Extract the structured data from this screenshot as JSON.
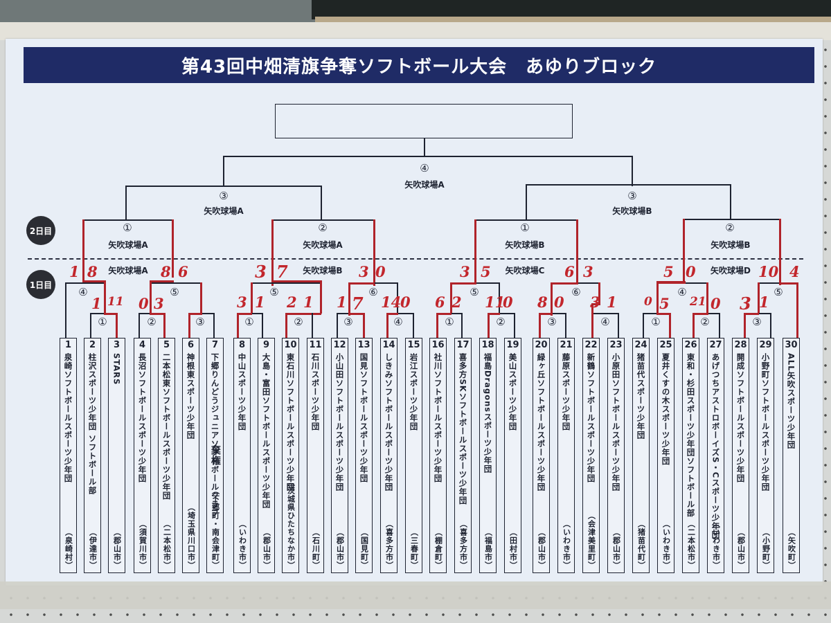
{
  "title": "第43回中畑清旗争奪ソフトボール大会　あゆりブロック",
  "day_labels": {
    "day2": "2日目",
    "day1": "1日目"
  },
  "final": {
    "game": "④",
    "venue": "矢吹球場A"
  },
  "semis": [
    {
      "game": "③",
      "venue": "矢吹球場A"
    },
    {
      "game": "③",
      "venue": "矢吹球場B"
    }
  ],
  "day2_games": [
    {
      "game": "①",
      "venue": "矢吹球場A"
    },
    {
      "game": "②",
      "venue": "矢吹球場A"
    },
    {
      "game": "①",
      "venue": "矢吹球場B"
    },
    {
      "game": "②",
      "venue": "矢吹球場B"
    }
  ],
  "day1_venues": [
    "矢吹球場A",
    "矢吹球場B",
    "矢吹球場C",
    "矢吹球場D"
  ],
  "day1_games": {
    "A": [
      "④",
      "①",
      "②",
      "⑤",
      "③"
    ],
    "B": [
      "①",
      "⑤",
      "②",
      "③",
      "⑥",
      "④"
    ],
    "C": [
      "①",
      "⑤",
      "②",
      "③",
      "⑥",
      "④"
    ],
    "D": [
      "①",
      "④",
      "②",
      "③",
      "⑤"
    ]
  },
  "scores": {
    "A_top": [
      "1",
      "8",
      "8",
      "6"
    ],
    "A_r1": [
      "1",
      "11",
      "0",
      "3"
    ],
    "B_top": [
      "3",
      "7",
      "3",
      "0"
    ],
    "B_r1": [
      "3",
      "1",
      "2",
      "1",
      "1",
      "7",
      "14",
      "0"
    ],
    "C_top": [
      "3",
      "5",
      "6",
      "3"
    ],
    "C_r1": [
      "6",
      "2",
      "11",
      "0",
      "8",
      "0",
      "3",
      "1"
    ],
    "D_top": [
      "5",
      "0",
      "10",
      "4"
    ],
    "D_r1": [
      "0",
      "5",
      "21",
      "0",
      "3",
      "1"
    ]
  },
  "teams": [
    {
      "no": "1",
      "name": "泉崎ソフトボールスポーツ少年団",
      "city": "（泉崎村）"
    },
    {
      "no": "2",
      "name": "柱沢スポーツ少年団 ソフトボール部",
      "city": "（伊達市）"
    },
    {
      "no": "3",
      "name": "STARS",
      "city": "（郡山市）"
    },
    {
      "no": "4",
      "name": "長沼ソフトボールスポーツ少年団",
      "city": "（須賀川市）"
    },
    {
      "no": "5",
      "name": "二本松東ソフトボールスポーツ少年団",
      "city": "（二本松市）"
    },
    {
      "no": "6",
      "name": "神根東スポーツ少年団",
      "city": "（埼玉県川口市）"
    },
    {
      "no": "7",
      "name": "下郷りんどうジュニアソフトボールクラブ",
      "city": "（下郷町・南会津町）",
      "note": "棄権"
    },
    {
      "no": "8",
      "name": "中山スポーツ少年団",
      "city": "（いわき市）"
    },
    {
      "no": "9",
      "name": "大島・富田ソフトボールスポーツ少年団",
      "city": "（郡山市）"
    },
    {
      "no": "10",
      "name": "東石川ソフトボールスポーツ少年団",
      "city": "（茨城県ひたちなか市）"
    },
    {
      "no": "11",
      "name": "石川スポーツ少年団",
      "city": "（石川町）"
    },
    {
      "no": "12",
      "name": "小山田ソフトボールスポーツ少年団",
      "city": "（郡山市）"
    },
    {
      "no": "13",
      "name": "国見ソフトボールスポーツ少年団",
      "city": "（国見町）"
    },
    {
      "no": "14",
      "name": "しきみソフトボールスポーツ少年団",
      "city": "（喜多方市）"
    },
    {
      "no": "15",
      "name": "岩江スポーツ少年団",
      "city": "（三春町）"
    },
    {
      "no": "16",
      "name": "社川ソフトボールスポーツ少年団",
      "city": "（棚倉町）"
    },
    {
      "no": "17",
      "name": "喜多方SKソフトボールスポーツ少年団",
      "city": "（喜多方市）"
    },
    {
      "no": "18",
      "name": "福島Dragonsスポーツ少年団",
      "city": "（福島市）"
    },
    {
      "no": "19",
      "name": "美山スポーツ少年団",
      "city": "（田村市）"
    },
    {
      "no": "20",
      "name": "緑ヶ丘ソフトボールスポーツ少年団",
      "city": "（郡山市）"
    },
    {
      "no": "21",
      "name": "藤原スポーツ少年団",
      "city": "（いわき市）"
    },
    {
      "no": "22",
      "name": "新鶴ソフトボールスポーツ少年団",
      "city": "（会津美里町）"
    },
    {
      "no": "23",
      "name": "小原田ソフトボールスポーツ少年団",
      "city": "（郡山市）"
    },
    {
      "no": "24",
      "name": "猪苗代スポーツ少年団",
      "city": "（猪苗代町）"
    },
    {
      "no": "25",
      "name": "夏井くすの木スポーツ少年団",
      "city": "（いわき市）"
    },
    {
      "no": "26",
      "name": "東和・杉田スポーツ少年団ソフトボール部",
      "city": "（二本松市）"
    },
    {
      "no": "27",
      "name": "あげつちアストロボーイズS・Cスポーツ少年団",
      "city": "（いわき市）"
    },
    {
      "no": "28",
      "name": "開成ソフトボールスポーツ少年団",
      "city": "（郡山市）"
    },
    {
      "no": "29",
      "name": "小野町ソフトボールスポーツ少年団",
      "city": "（小野町）"
    },
    {
      "no": "30",
      "name": "ALL矢吹スポーツ少年団",
      "city": "（矢吹町）"
    }
  ],
  "colors": {
    "banner": "#1f2b66",
    "line": "#1d2230",
    "winner_line": "#b0232a",
    "score": "#c2262c",
    "poster": "#e8eef6"
  }
}
